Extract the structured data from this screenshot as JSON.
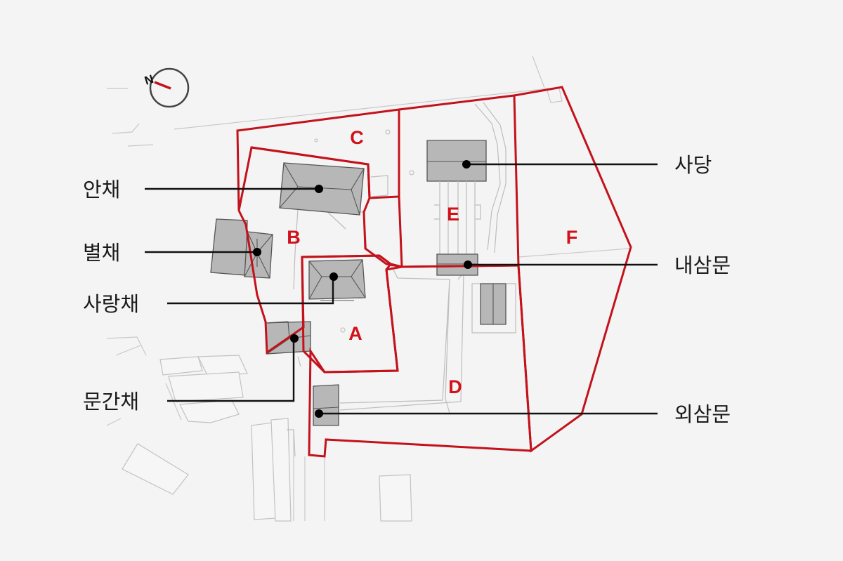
{
  "compass": {
    "north_label": "N"
  },
  "zones": {
    "a": "A",
    "b": "B",
    "c": "C",
    "d": "D",
    "e": "E",
    "f": "F"
  },
  "buildings": {
    "anchae": "안채",
    "byeolchae": "별채",
    "sarangchae": "사랑채",
    "mungganchae": "문간채",
    "sadang": "사당",
    "naesammun": "내삼문",
    "oesammun": "외삼문"
  },
  "colors": {
    "zone_boundary": "#c3121b",
    "roof": "#b7b7b7",
    "background": "#f4f4f4"
  }
}
